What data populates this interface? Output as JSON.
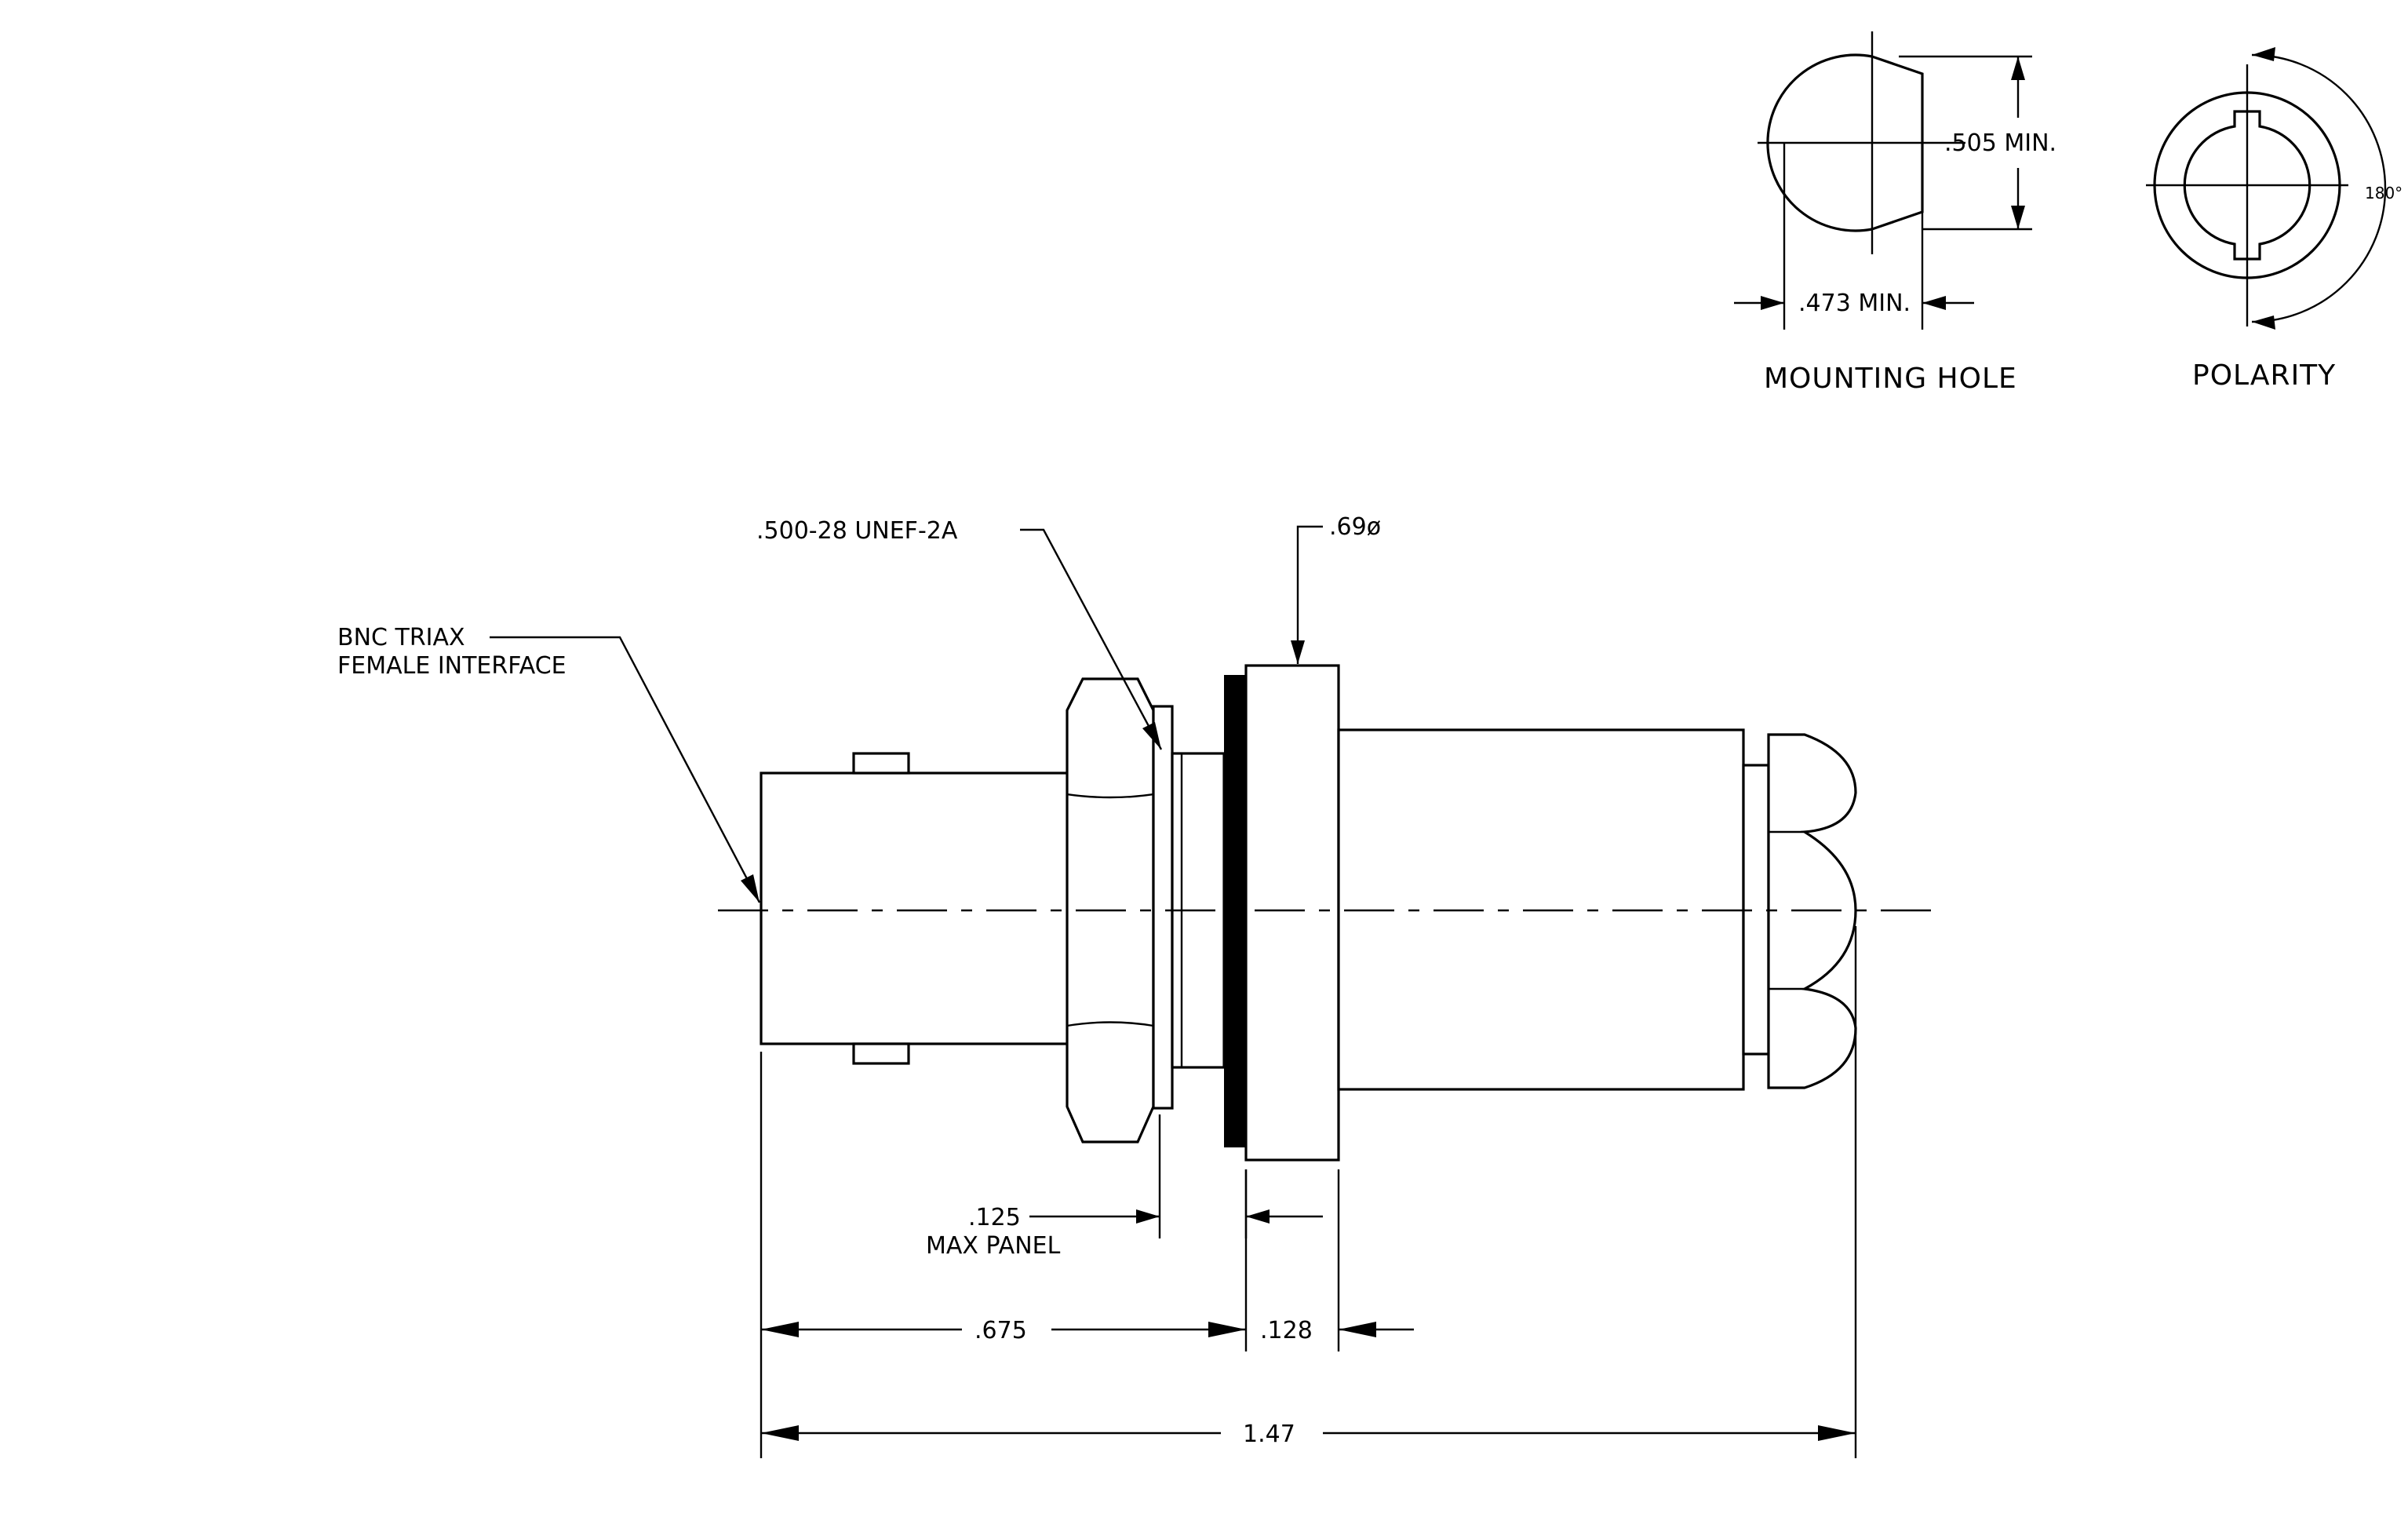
{
  "labels": {
    "mounting_hole_caption": "MOUNTING HOLE",
    "polarity_caption": "POLARITY",
    "dim_505": ".505 MIN.",
    "dim_473": ".473 MIN.",
    "angle_180": "180°",
    "thread_spec": ".500-28 UNEF-2A",
    "diameter_69": ".69ø",
    "interface_line1": "BNC TRIAX",
    "interface_line2": "FEMALE INTERFACE",
    "panel_line1": ".125",
    "panel_line2": "MAX PANEL",
    "dim_675": ".675",
    "dim_128": ".128",
    "dim_147": "1.47"
  },
  "colors": {
    "ink": "#000000",
    "paper": "#ffffff"
  }
}
